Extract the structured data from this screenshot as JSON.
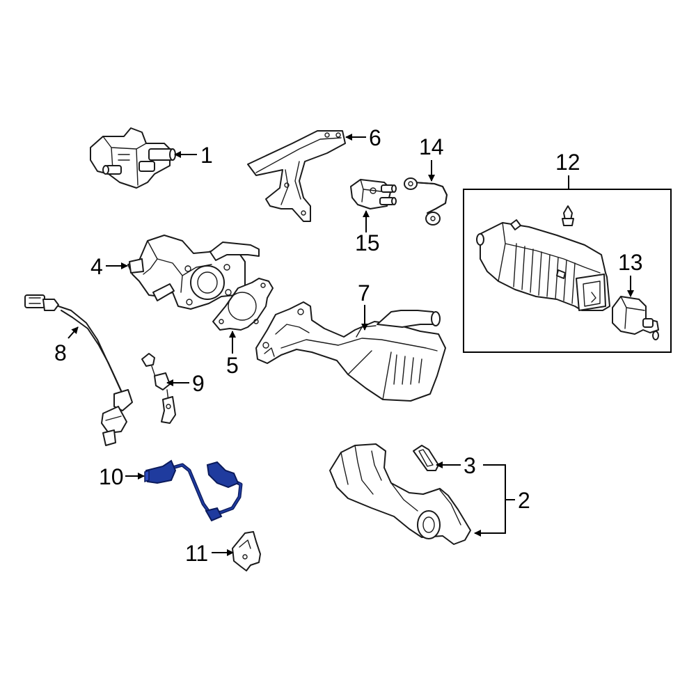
{
  "diagram": {
    "highlight_color": "#1f3b9e",
    "line_color": "#1a1a1a",
    "callouts": {
      "c1": "1",
      "c2": "2",
      "c3": "3",
      "c4": "4",
      "c5": "5",
      "c6": "6",
      "c7": "7",
      "c8": "8",
      "c9": "9",
      "c10": "10",
      "c11": "11",
      "c12": "12",
      "c13": "13",
      "c14": "14",
      "c15": "15"
    },
    "highlighted_part": "10"
  }
}
